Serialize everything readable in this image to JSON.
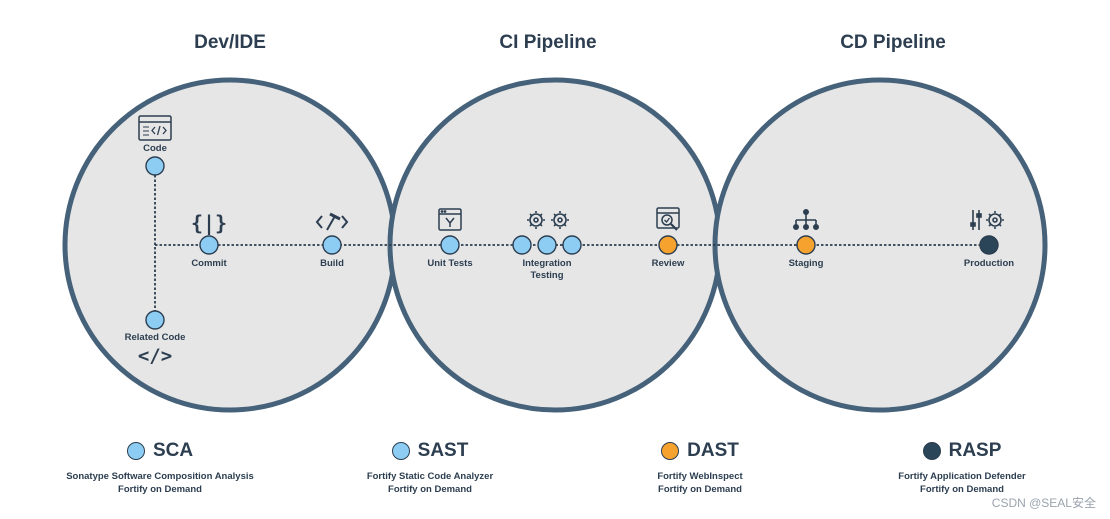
{
  "stages": [
    {
      "title": "Dev/IDE"
    },
    {
      "title": "CI Pipeline"
    },
    {
      "title": "CD Pipeline"
    }
  ],
  "nodes": [
    {
      "id": "code",
      "label": "Code",
      "category": "SCA",
      "icon": "code-editor-icon"
    },
    {
      "id": "commit",
      "label": "Commit",
      "category": "SCA",
      "icon": "curly-braces-icon"
    },
    {
      "id": "build",
      "label": "Build",
      "category": "SCA",
      "icon": "hammer-code-icon"
    },
    {
      "id": "related-code",
      "label": "Related Code",
      "category": "SCA",
      "icon": "code-brackets-icon"
    },
    {
      "id": "unit-tests",
      "label": "Unit Tests",
      "category": "SAST",
      "icon": "test-window-icon"
    },
    {
      "id": "integration-testing",
      "label": "Integration\nTesting",
      "category": "SAST",
      "icon": "gears-icon"
    },
    {
      "id": "review",
      "label": "Review",
      "category": "DAST",
      "icon": "magnifier-document-icon"
    },
    {
      "id": "staging",
      "label": "Staging",
      "category": "DAST",
      "icon": "hierarchy-icon"
    },
    {
      "id": "production",
      "label": "Production",
      "category": "RASP",
      "icon": "sliders-gear-icon"
    }
  ],
  "legend": [
    {
      "name": "SCA",
      "color": "#8ecdf3",
      "lines": [
        "Sonatype Software Composition Analysis",
        "Fortify on Demand"
      ]
    },
    {
      "name": "SAST",
      "color": "#8ecdf3",
      "lines": [
        "Fortify Static Code Analyzer",
        "Fortify on Demand"
      ]
    },
    {
      "name": "DAST",
      "color": "#f5a22e",
      "lines": [
        "Fortify WebInspect",
        "Fortify on Demand"
      ]
    },
    {
      "name": "RASP",
      "color": "#2a4458",
      "lines": [
        "Fortify Application Defender",
        "Fortify on Demand"
      ]
    }
  ],
  "colors": {
    "circle_fill": "#e6e6e6",
    "circle_stroke": "#3f5a72",
    "line": "#2c3e50"
  },
  "watermark": "CSDN @SEAL安全"
}
